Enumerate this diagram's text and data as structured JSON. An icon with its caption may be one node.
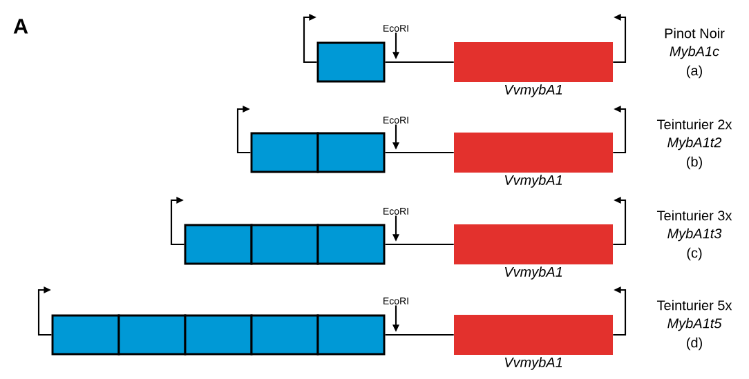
{
  "diagram": {
    "nodes": [
      {
        "text": [],
        "shape": "box"
      },
      {
        "text": [
          "EcoRI"
        ]
      },
      {
        "text": [
          "VvmybA1"
        ]
      },
      {
        "text": [],
        "shape": "box"
      },
      {
        "text": [],
        "shape": "box"
      },
      {
        "text": [
          "EcoRI"
        ]
      },
      {
        "text": [
          "VvmybA1"
        ]
      },
      {
        "text": [],
        "shape": "box"
      },
      {
        "text": [],
        "shape": "box"
      },
      {
        "text": [],
        "shape": "box"
      },
      {
        "text": [
          "EcoRI"
        ]
      },
      {
        "text": [
          "VvmybA1"
        ]
      },
      {
        "text": [],
        "shape": "box"
      },
      {
        "text": [],
        "shape": "box"
      },
      {
        "text": [],
        "shape": "box"
      },
      {
        "text": [],
        "shape": "box"
      },
      {
        "text": [],
        "shape": "box"
      },
      {
        "text": [
          "EcoRI"
        ]
      },
      {
        "text": [
          "VvmybA1"
        ]
      }
    ],
    "edges": [
      {
        "from": 0,
        "to": 2,
        "arrow": "none"
      },
      {
        "from": 1,
        "to": null,
        "arrow": "to"
      },
      {
        "from": 4,
        "to": 6,
        "arrow": "none"
      },
      {
        "from": 5,
        "to": null,
        "arrow": "to"
      },
      {
        "from": 9,
        "to": 11,
        "arrow": "none"
      },
      {
        "from": 10,
        "to": null,
        "arrow": "to"
      },
      {
        "from": 16,
        "to": 18,
        "arrow": "none"
      },
      {
        "from": 17,
        "to": null,
        "arrow": "to"
      },
      {
        "from": 0,
        "to": null,
        "arrow": "to"
      },
      {
        "from": 2,
        "to": null,
        "arrow": "to"
      },
      {
        "from": 3,
        "to": null,
        "arrow": "to"
      },
      {
        "from": 6,
        "to": null,
        "arrow": "to"
      },
      {
        "from": 7,
        "to": null,
        "arrow": "to"
      },
      {
        "from": 11,
        "to": null,
        "arrow": "to"
      },
      {
        "from": 12,
        "to": null,
        "arrow": "to"
      },
      {
        "from": 18,
        "to": null,
        "arrow": "to"
      }
    ],
    "labels": [
      "A",
      "Pinot Noir",
      "MybA1c",
      "(a)",
      "Teinturier 2x",
      "MybA1t2",
      "(b)",
      "Teinturier 3x",
      "MybA1t3",
      "(c)",
      "Teinturier 5x",
      "MybA1t5",
      "(d)"
    ]
  }
}
